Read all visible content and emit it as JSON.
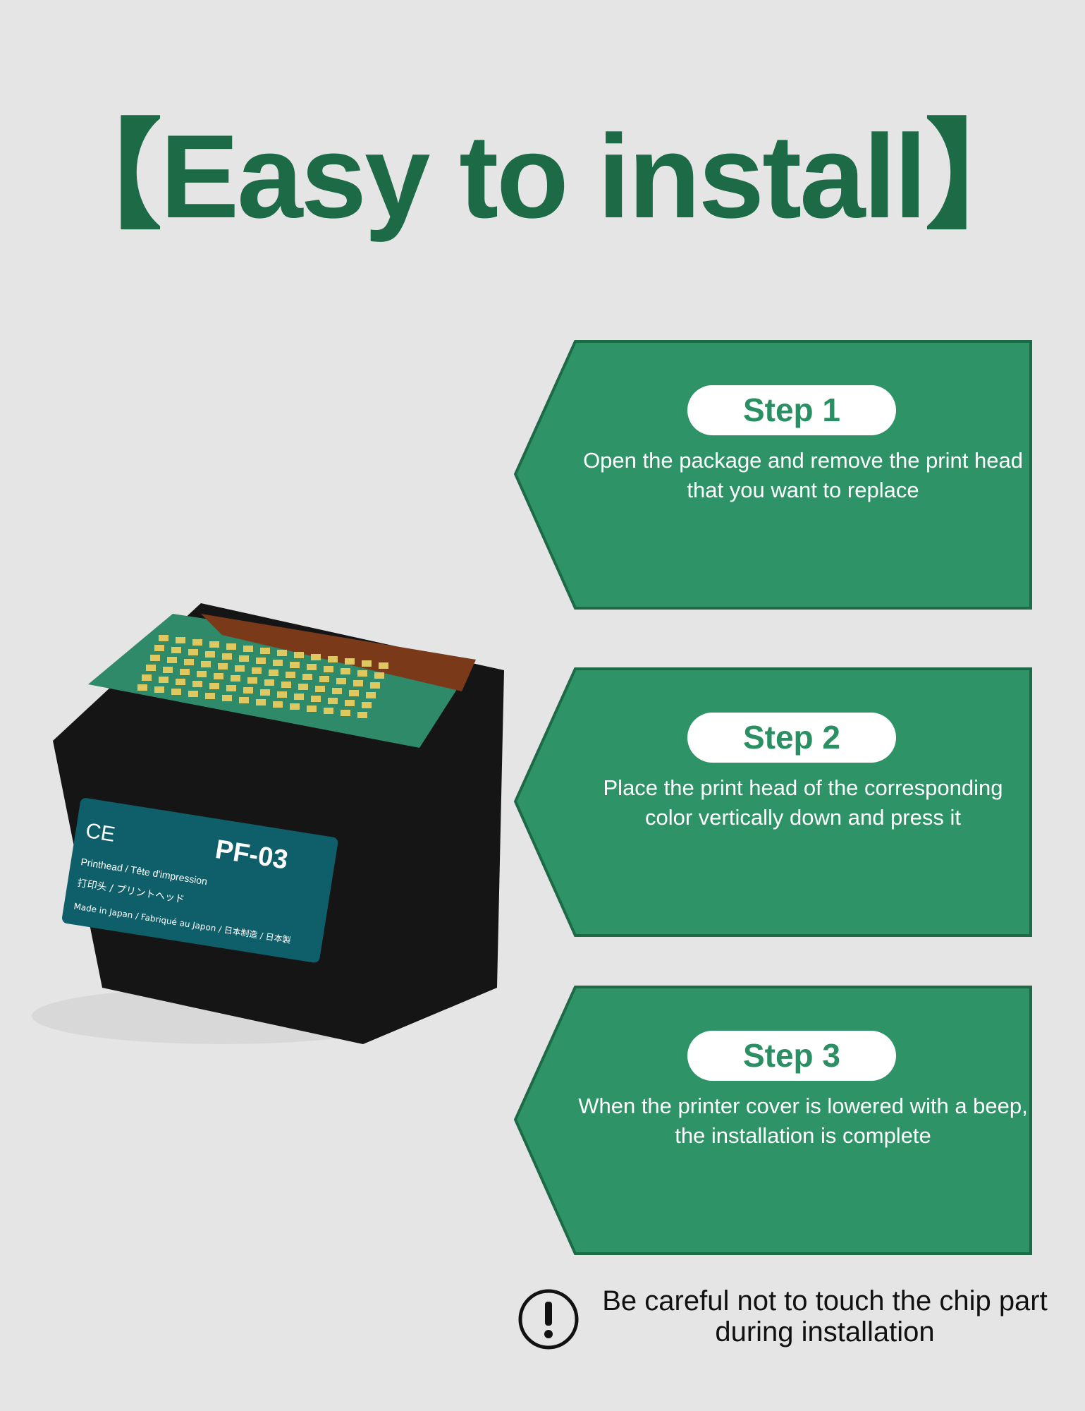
{
  "title": "【Easy to install】",
  "colors": {
    "background": "#e5e5e5",
    "title": "#1d6b46",
    "panel_fill": "#2e9468",
    "panel_border": "#1d6b46"
  },
  "product": {
    "model": "PF-03",
    "label_line1": "Printhead / Tête d'impression",
    "label_line2": "打印头 / プリントヘッド",
    "label_line3": "Made in Japan / Fabriqué au Japon / 日本制造 / 日本製",
    "ce_mark": "CE"
  },
  "steps": [
    {
      "label": "Step 1",
      "text": "Open the package and remove the print head that you want to replace"
    },
    {
      "label": "Step 2",
      "text": "Place the print head of the corresponding color vertically down and press it"
    },
    {
      "label": "Step 3",
      "text": "When the printer cover is lowered with a beep, the installation is complete"
    }
  ],
  "warning": {
    "icon": "exclamation-circle-icon",
    "text": "Be careful not to touch the chip part during installation"
  }
}
